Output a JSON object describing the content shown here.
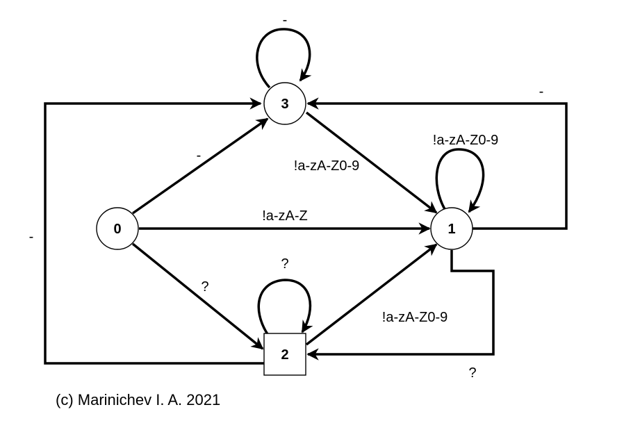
{
  "diagram": {
    "nodes": {
      "n0": {
        "label": "0",
        "shape": "circle"
      },
      "n1": {
        "label": "1",
        "shape": "circle"
      },
      "n2": {
        "label": "2",
        "shape": "square",
        "final": true
      },
      "n3": {
        "label": "3",
        "shape": "circle"
      }
    },
    "edges": {
      "e0_3": {
        "from": "0",
        "to": "3",
        "label": "-"
      },
      "e0_1": {
        "from": "0",
        "to": "1",
        "label": "!a-zA-Z"
      },
      "e0_2": {
        "from": "0",
        "to": "2",
        "label": "?"
      },
      "e3_3": {
        "from": "3",
        "to": "3",
        "label": "-"
      },
      "e3_1": {
        "from": "3",
        "to": "1",
        "label": "!a-zA-Z0-9"
      },
      "e1_1": {
        "from": "1",
        "to": "1",
        "label": "!a-zA-Z0-9"
      },
      "e1_3": {
        "from": "1",
        "to": "3",
        "label": "-"
      },
      "e2_2": {
        "from": "2",
        "to": "2",
        "label": "?"
      },
      "e2_1": {
        "from": "2",
        "to": "1",
        "label": "!a-zA-Z0-9"
      },
      "e1_2": {
        "from": "1",
        "to": "2",
        "label": "?"
      },
      "e2_3": {
        "from": "2",
        "to": "3",
        "label": "-"
      }
    }
  },
  "footer": {
    "copyright": "(c) Marinichev I. A. 2021"
  }
}
